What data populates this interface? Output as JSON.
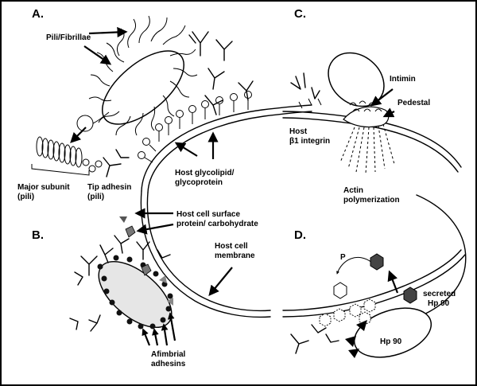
{
  "panels": {
    "A": {
      "letter": "A.",
      "pili_fibrillae": "Pili/Fibrillae",
      "major_subunit_line1": "Major subunit",
      "major_subunit_line2": "(pili)",
      "tip_adhesin_line1": "Tip adhesin",
      "tip_adhesin_line2": "(pili)",
      "host_glyco_line1": "Host glycolipid/",
      "host_glyco_line2": "glycoprotein"
    },
    "B": {
      "letter": "B.",
      "host_surface_line1": "Host cell surface",
      "host_surface_line2": "protein/ carbohydrate",
      "host_membrane_line1": "Host cell",
      "host_membrane_line2": "membrane",
      "afimbrial_line1": "Afimbrial",
      "afimbrial_line2": "adhesins"
    },
    "C": {
      "letter": "C.",
      "intimin": "Intimin",
      "pedestal": "Pedestal",
      "host_line1": "Host",
      "host_line2": "β1 integrin",
      "actin_line1": "Actin",
      "actin_line2": "polymerization"
    },
    "D": {
      "letter": "D.",
      "p_label": "P",
      "secreted_line1": "secreted",
      "secreted_line2": "Hp 90",
      "hp90": "Hp 90"
    }
  },
  "colors": {
    "ink": "#000000",
    "cell_fill": "#ffffff",
    "dark_hexagon": "#444444",
    "gray_shape": "#777777"
  }
}
